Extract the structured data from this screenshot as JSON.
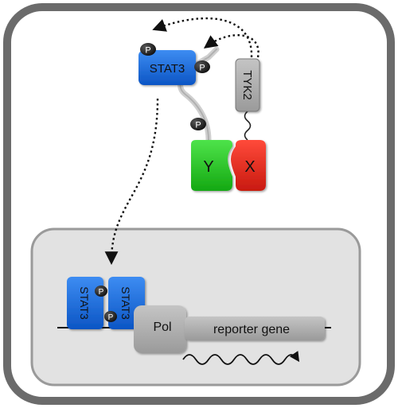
{
  "labels": {
    "stat3": "STAT3",
    "tyk2": "TYK2",
    "phospho": "P",
    "y": "Y",
    "x": "X",
    "pol": "Pol",
    "reporter_gene": "reporter gene"
  },
  "colors": {
    "outer_border": "#6b6b6b",
    "nucleus_fill": "#e2e2e2",
    "nucleus_border": "#9a9a9a",
    "stat3_fill": "#1a6fe0",
    "tyk2_fill": "#9c9c9c",
    "y_fill": "#22c41e",
    "x_fill": "#e8261a",
    "phospho_fill": "#222222",
    "pol_fill": "#b9b9b9",
    "reporter_fill": "#b9b9b9"
  }
}
